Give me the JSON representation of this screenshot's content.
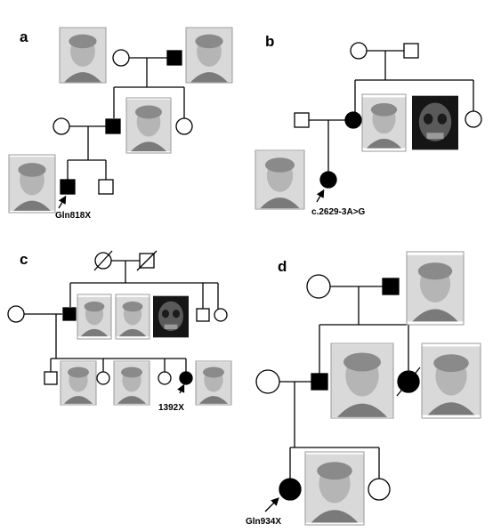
{
  "panels": {
    "a": {
      "label": "a",
      "mutation": "Gln818X"
    },
    "b": {
      "label": "b",
      "mutation": "c.2629-3A>G"
    },
    "c": {
      "label": "c",
      "mutation": "1392X"
    },
    "d": {
      "label": "d",
      "mutation": "Gln934X"
    }
  },
  "colors": {
    "affected": "#000000",
    "unaffected": "#ffffff",
    "line": "#000000"
  },
  "icons": [
    "photo-portrait",
    "photo-xray-skull",
    "arrow-proband"
  ]
}
